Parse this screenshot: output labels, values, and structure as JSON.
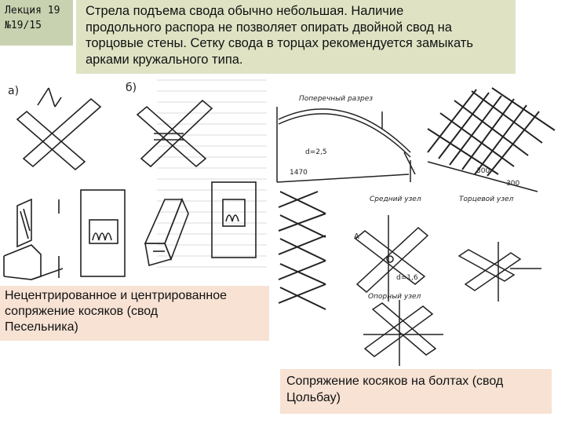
{
  "lecture": {
    "line1": "Лекция 19",
    "line2": "№19/15"
  },
  "header": {
    "line1": "Стрела подъема свода обычно небольшая. Наличие",
    "line2": "продольного распора не позволяет опирать двойной свод на",
    "line3": "торцовые стены. Сетку свода в торцах рекомендуется замыкать",
    "line4": "арками кружального типа."
  },
  "figure_left": {
    "label_a": "а)",
    "label_b": "б)"
  },
  "figure_right": {
    "section_title": "Поперечный разрез",
    "span_label": "1470",
    "rise_label": "d=2,5",
    "dim_300a": "300",
    "dim_300b": "300",
    "middle_node": "Средний узел",
    "end_node": "Торцевой узел",
    "support_node": "Опорный узел",
    "d_label": "d=1,6",
    "a_label": "A"
  },
  "caption_left": {
    "line1": "Нецентрированное  и центрированное",
    "line2": "сопряжение косяков (свод",
    "line3": "Песельника)"
  },
  "caption_right": {
    "line1": "Сопряжение косяков на болтах (свод",
    "line2": "Цольбау)"
  }
}
